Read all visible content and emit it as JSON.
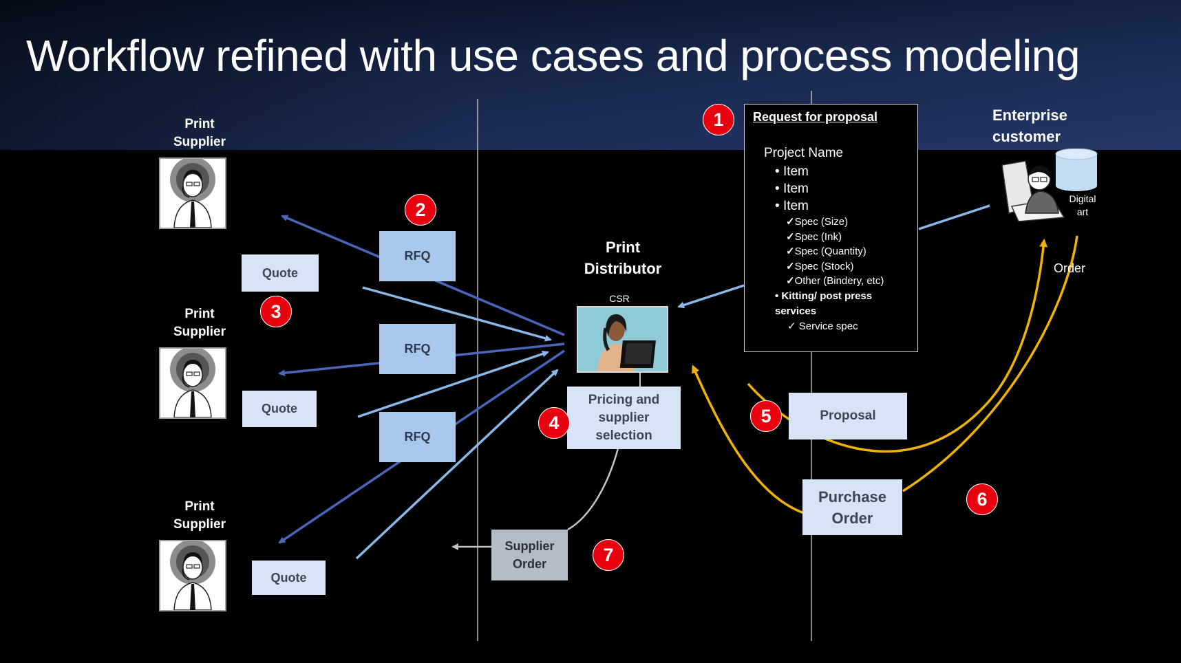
{
  "title": "Workflow refined with use cases and process modeling",
  "suppliers": [
    {
      "label_line1": "Print",
      "label_line2": "Supplier"
    },
    {
      "label_line1": "Print",
      "label_line2": "Supplier"
    },
    {
      "label_line1": "Print",
      "label_line2": "Supplier"
    }
  ],
  "quotes": [
    "Quote",
    "Quote",
    "Quote"
  ],
  "rfqs": [
    "RFQ",
    "RFQ",
    "RFQ"
  ],
  "distributor": {
    "label_line1": "Print",
    "label_line2": "Distributor",
    "csr": "CSR"
  },
  "pricing": {
    "line1": "Pricing and",
    "line2": "supplier",
    "line3": "selection"
  },
  "supplier_order": {
    "line1": "Supplier",
    "line2": "Order"
  },
  "proposal": "Proposal",
  "purchase_order": {
    "line1": "Purchase",
    "line2": "Order"
  },
  "enterprise": {
    "line1": "Enterprise",
    "line2": "customer",
    "digital_line1": "Digital",
    "digital_line2": "art",
    "order": "Order"
  },
  "rfp": {
    "title": "Request for proposal",
    "project": "Project Name",
    "items": [
      "Item",
      "Item",
      "Item"
    ],
    "specs": [
      "Spec (Size)",
      "Spec (Ink)",
      "Spec (Quantity)",
      "Spec (Stock)",
      "Other (Bindery, etc)"
    ],
    "kitting": "Kitting/ post press services",
    "service": "Service spec"
  },
  "badges": [
    "1",
    "2",
    "3",
    "4",
    "5",
    "6",
    "7"
  ],
  "colors": {
    "dark_blue_arrow": "#4a66b8",
    "light_blue_arrow": "#8ab8e8",
    "gold_arrow": "#f0b400",
    "badge_red": "#e8000e"
  }
}
